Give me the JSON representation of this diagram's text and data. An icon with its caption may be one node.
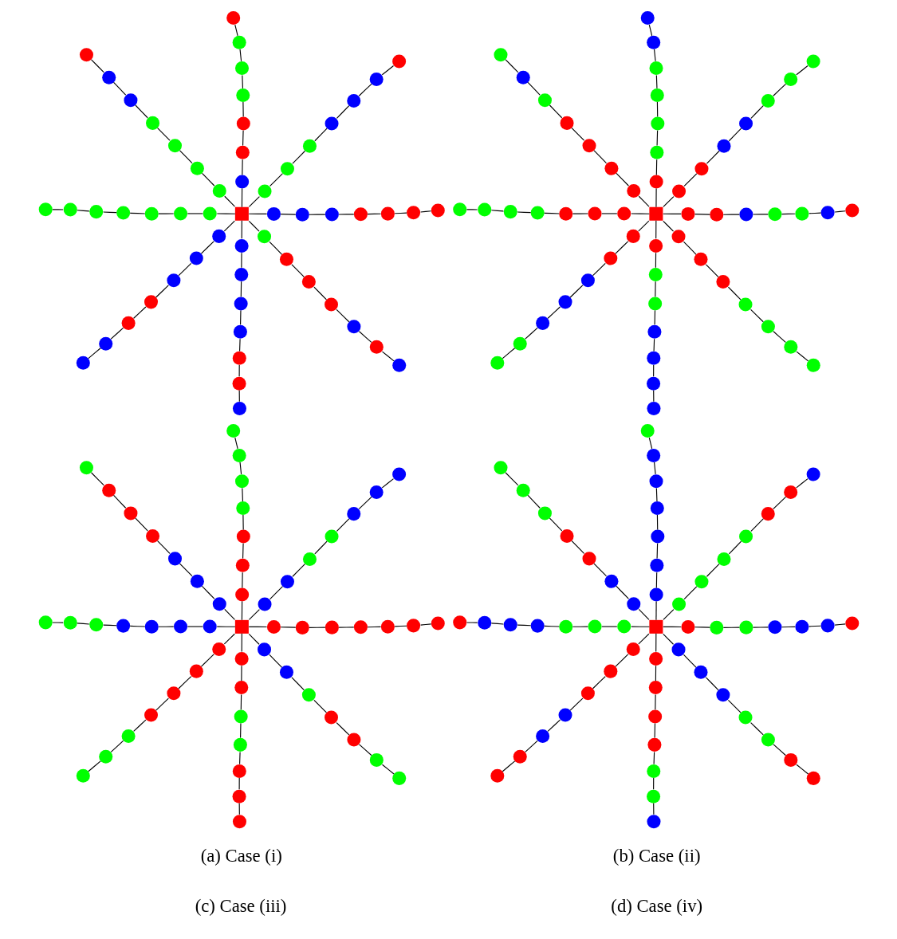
{
  "diagram": {
    "nodes": [
      {
        "text": [],
        "shape": "box"
      },
      {
        "text": [],
        "shape": "circle"
      },
      {
        "text": [],
        "shape": "circle"
      },
      {
        "text": [],
        "shape": "circle"
      },
      {
        "text": [],
        "shape": "circle"
      },
      {
        "text": [],
        "shape": "circle"
      },
      {
        "text": [],
        "shape": "circle"
      },
      {
        "text": [],
        "shape": "circle"
      },
      {
        "text": [],
        "shape": "circle"
      },
      {
        "text": [],
        "shape": "circle"
      },
      {
        "text": [],
        "shape": "circle"
      },
      {
        "text": [],
        "shape": "circle"
      },
      {
        "text": [],
        "shape": "circle"
      },
      {
        "text": [],
        "shape": "circle"
      },
      {
        "text": [],
        "shape": "circle"
      },
      {
        "text": [],
        "shape": "circle"
      },
      {
        "text": [],
        "shape": "circle"
      },
      {
        "text": [],
        "shape": "circle"
      },
      {
        "text": [],
        "shape": "circle"
      },
      {
        "text": [],
        "shape": "circle"
      },
      {
        "text": [],
        "shape": "circle"
      },
      {
        "text": [],
        "shape": "circle"
      },
      {
        "text": [],
        "shape": "circle"
      },
      {
        "text": [],
        "shape": "circle"
      },
      {
        "text": [],
        "shape": "circle"
      },
      {
        "text": [],
        "shape": "circle"
      },
      {
        "text": [],
        "shape": "circle"
      },
      {
        "text": [],
        "shape": "circle"
      },
      {
        "text": [],
        "shape": "circle"
      },
      {
        "text": [],
        "shape": "circle"
      },
      {
        "text": [],
        "shape": "circle"
      },
      {
        "text": [],
        "shape": "circle"
      },
      {
        "text": [],
        "shape": "circle"
      },
      {
        "text": [],
        "shape": "circle"
      },
      {
        "text": [],
        "shape": "circle"
      },
      {
        "text": [],
        "shape": "circle"
      },
      {
        "text": [],
        "shape": "circle"
      },
      {
        "text": [],
        "shape": "circle"
      },
      {
        "text": [],
        "shape": "circle"
      },
      {
        "text": [],
        "shape": "circle"
      },
      {
        "text": [],
        "shape": "circle"
      },
      {
        "text": [],
        "shape": "circle"
      },
      {
        "text": [],
        "shape": "circle"
      },
      {
        "text": [],
        "shape": "circle"
      },
      {
        "text": [],
        "shape": "circle"
      },
      {
        "text": [],
        "shape": "circle"
      },
      {
        "text": [],
        "shape": "circle"
      },
      {
        "text": [],
        "shape": "circle"
      },
      {
        "text": [],
        "shape": "circle"
      },
      {
        "text": [],
        "shape": "circle"
      },
      {
        "text": [],
        "shape": "circle"
      },
      {
        "text": [],
        "shape": "circle"
      },
      {
        "text": [],
        "shape": "circle"
      },
      {
        "text": [],
        "shape": "circle"
      },
      {
        "text": [],
        "shape": "circle"
      },
      {
        "text": [],
        "shape": "circle"
      },
      {
        "text": [],
        "shape": "circle"
      },
      {
        "text": [],
        "shape": "box"
      },
      {
        "text": [],
        "shape": "circle"
      },
      {
        "text": [],
        "shape": "circle"
      },
      {
        "text": [],
        "shape": "circle"
      },
      {
        "text": [],
        "shape": "circle"
      },
      {
        "text": [],
        "shape": "circle"
      },
      {
        "text": [],
        "shape": "circle"
      },
      {
        "text": [],
        "shape": "circle"
      },
      {
        "text": [],
        "shape": "circle"
      },
      {
        "text": [],
        "shape": "circle"
      },
      {
        "text": [],
        "shape": "circle"
      },
      {
        "text": [],
        "shape": "circle"
      },
      {
        "text": [],
        "shape": "circle"
      },
      {
        "text": [],
        "shape": "circle"
      },
      {
        "text": [],
        "shape": "circle"
      },
      {
        "text": [],
        "shape": "circle"
      },
      {
        "text": [],
        "shape": "circle"
      },
      {
        "text": [],
        "shape": "circle"
      },
      {
        "text": [],
        "shape": "circle"
      },
      {
        "text": [],
        "shape": "circle"
      },
      {
        "text": [],
        "shape": "circle"
      },
      {
        "text": [],
        "shape": "circle"
      },
      {
        "text": [],
        "shape": "circle"
      },
      {
        "text": [],
        "shape": "circle"
      },
      {
        "text": [],
        "shape": "circle"
      },
      {
        "text": [],
        "shape": "circle"
      },
      {
        "text": [],
        "shape": "circle"
      },
      {
        "text": [],
        "shape": "circle"
      },
      {
        "text": [],
        "shape": "circle"
      },
      {
        "text": [],
        "shape": "circle"
      },
      {
        "text": [],
        "shape": "circle"
      },
      {
        "text": [],
        "shape": "circle"
      },
      {
        "text": [],
        "shape": "circle"
      },
      {
        "text": [],
        "shape": "circle"
      },
      {
        "text": [],
        "shape": "circle"
      },
      {
        "text": [],
        "shape": "circle"
      },
      {
        "text": [],
        "shape": "circle"
      },
      {
        "text": [],
        "shape": "circle"
      },
      {
        "text": [],
        "shape": "circle"
      },
      {
        "text": [],
        "shape": "circle"
      },
      {
        "text": [],
        "shape": "circle"
      },
      {
        "text": [],
        "shape": "circle"
      },
      {
        "text": [],
        "shape": "circle"
      },
      {
        "text": [],
        "shape": "circle"
      },
      {
        "text": [],
        "shape": "circle"
      },
      {
        "text": [],
        "shape": "circle"
      },
      {
        "text": [],
        "shape": "circle"
      },
      {
        "text": [],
        "shape": "circle"
      },
      {
        "text": [],
        "shape": "circle"
      },
      {
        "text": [],
        "shape": "circle"
      },
      {
        "text": [],
        "shape": "circle"
      },
      {
        "text": [],
        "shape": "circle"
      },
      {
        "text": [],
        "shape": "circle"
      },
      {
        "text": [],
        "shape": "circle"
      },
      {
        "text": [],
        "shape": "circle"
      },
      {
        "text": [],
        "shape": "circle"
      },
      {
        "text": [],
        "shape": "circle"
      },
      {
        "text": [],
        "shape": "box"
      },
      {
        "text": [],
        "shape": "circle"
      },
      {
        "text": [],
        "shape": "circle"
      },
      {
        "text": [],
        "shape": "circle"
      },
      {
        "text": [],
        "shape": "circle"
      },
      {
        "text": [],
        "shape": "circle"
      },
      {
        "text": [],
        "shape": "circle"
      },
      {
        "text": [],
        "shape": "circle"
      },
      {
        "text": [],
        "shape": "circle"
      },
      {
        "text": [],
        "shape": "circle"
      },
      {
        "text": [],
        "shape": "circle"
      },
      {
        "text": [],
        "shape": "circle"
      },
      {
        "text": [],
        "shape": "circle"
      },
      {
        "text": [],
        "shape": "circle"
      },
      {
        "text": [],
        "shape": "circle"
      },
      {
        "text": [],
        "shape": "circle"
      },
      {
        "text": [],
        "shape": "circle"
      },
      {
        "text": [],
        "shape": "circle"
      },
      {
        "text": [],
        "shape": "circle"
      },
      {
        "text": [],
        "shape": "circle"
      },
      {
        "text": [],
        "shape": "circle"
      },
      {
        "text": [],
        "shape": "circle"
      },
      {
        "text": [],
        "shape": "circle"
      },
      {
        "text": [],
        "shape": "circle"
      },
      {
        "text": [],
        "shape": "circle"
      },
      {
        "text": [],
        "shape": "circle"
      },
      {
        "text": [],
        "shape": "circle"
      },
      {
        "text": [],
        "shape": "circle"
      },
      {
        "text": [],
        "shape": "circle"
      },
      {
        "text": [],
        "shape": "circle"
      },
      {
        "text": [],
        "shape": "circle"
      },
      {
        "text": [],
        "shape": "circle"
      },
      {
        "text": [],
        "shape": "circle"
      },
      {
        "text": [],
        "shape": "circle"
      },
      {
        "text": [],
        "shape": "circle"
      },
      {
        "text": [],
        "shape": "circle"
      },
      {
        "text": [],
        "shape": "circle"
      },
      {
        "text": [],
        "shape": "circle"
      },
      {
        "text": [],
        "shape": "circle"
      },
      {
        "text": [],
        "shape": "circle"
      },
      {
        "text": [],
        "shape": "circle"
      },
      {
        "text": [],
        "shape": "circle"
      },
      {
        "text": [],
        "shape": "circle"
      },
      {
        "text": [],
        "shape": "circle"
      },
      {
        "text": [],
        "shape": "circle"
      },
      {
        "text": [],
        "shape": "circle"
      },
      {
        "text": [],
        "shape": "circle"
      },
      {
        "text": [],
        "shape": "circle"
      },
      {
        "text": [],
        "shape": "circle"
      },
      {
        "text": [],
        "shape": "circle"
      },
      {
        "text": [],
        "shape": "circle"
      },
      {
        "text": [],
        "shape": "circle"
      },
      {
        "text": [],
        "shape": "circle"
      },
      {
        "text": [],
        "shape": "circle"
      },
      {
        "text": [],
        "shape": "circle"
      },
      {
        "text": [],
        "shape": "circle"
      },
      {
        "text": [],
        "shape": "circle"
      },
      {
        "text": [],
        "shape": "box"
      },
      {
        "text": [],
        "shape": "circle"
      },
      {
        "text": [],
        "shape": "circle"
      },
      {
        "text": [],
        "shape": "circle"
      },
      {
        "text": [],
        "shape": "circle"
      },
      {
        "text": [],
        "shape": "circle"
      },
      {
        "text": [],
        "shape": "circle"
      },
      {
        "text": [],
        "shape": "circle"
      },
      {
        "text": [],
        "shape": "circle"
      },
      {
        "text": [],
        "shape": "circle"
      },
      {
        "text": [],
        "shape": "circle"
      },
      {
        "text": [],
        "shape": "circle"
      },
      {
        "text": [],
        "shape": "circle"
      },
      {
        "text": [],
        "shape": "circle"
      },
      {
        "text": [],
        "shape": "circle"
      },
      {
        "text": [],
        "shape": "circle"
      },
      {
        "text": [],
        "shape": "circle"
      },
      {
        "text": [],
        "shape": "circle"
      },
      {
        "text": [],
        "shape": "circle"
      },
      {
        "text": [],
        "shape": "circle"
      },
      {
        "text": [],
        "shape": "circle"
      },
      {
        "text": [],
        "shape": "circle"
      },
      {
        "text": [],
        "shape": "circle"
      },
      {
        "text": [],
        "shape": "circle"
      },
      {
        "text": [],
        "shape": "circle"
      },
      {
        "text": [],
        "shape": "circle"
      },
      {
        "text": [],
        "shape": "circle"
      },
      {
        "text": [],
        "shape": "circle"
      },
      {
        "text": [],
        "shape": "circle"
      },
      {
        "text": [],
        "shape": "circle"
      },
      {
        "text": [],
        "shape": "circle"
      },
      {
        "text": [],
        "shape": "circle"
      },
      {
        "text": [],
        "shape": "circle"
      },
      {
        "text": [],
        "shape": "circle"
      },
      {
        "text": [],
        "shape": "circle"
      },
      {
        "text": [],
        "shape": "circle"
      },
      {
        "text": [],
        "shape": "circle"
      },
      {
        "text": [],
        "shape": "circle"
      },
      {
        "text": [],
        "shape": "circle"
      },
      {
        "text": [],
        "shape": "circle"
      },
      {
        "text": [],
        "shape": "circle"
      },
      {
        "text": [],
        "shape": "circle"
      },
      {
        "text": [],
        "shape": "circle"
      },
      {
        "text": [],
        "shape": "circle"
      },
      {
        "text": [],
        "shape": "circle"
      },
      {
        "text": [],
        "shape": "circle"
      },
      {
        "text": [],
        "shape": "circle"
      },
      {
        "text": [],
        "shape": "circle"
      },
      {
        "text": [],
        "shape": "circle"
      },
      {
        "text": [],
        "shape": "circle"
      },
      {
        "text": [],
        "shape": "circle"
      },
      {
        "text": [],
        "shape": "circle"
      },
      {
        "text": [],
        "shape": "circle"
      },
      {
        "text": [],
        "shape": "circle"
      },
      {
        "text": [],
        "shape": "circle"
      },
      {
        "text": [],
        "shape": "circle"
      },
      {
        "text": [],
        "shape": "circle"
      }
    ],
    "edges": [
      {
        "from": 0,
        "to": 1,
        "arrow": "none"
      },
      {
        "from": 1,
        "to": 2,
        "arrow": "none"
      },
      {
        "from": 2,
        "to": 3,
        "arrow": "none"
      },
      {
        "from": 3,
        "to": 4,
        "arrow": "none"
      },
      {
        "from": 4,
        "to": 5,
        "arrow": "none"
      },
      {
        "from": 5,
        "to": 6,
        "arrow": "none"
      },
      {
        "from": 6,
        "to": 7,
        "arrow": "none"
      },
      {
        "from": 0,
        "to": 8,
        "arrow": "none"
      },
      {
        "from": 8,
        "to": 9,
        "arrow": "none"
      },
      {
        "from": 9,
        "to": 10,
        "arrow": "none"
      },
      {
        "from": 10,
        "to": 11,
        "arrow": "none"
      },
      {
        "from": 11,
        "to": 12,
        "arrow": "none"
      },
      {
        "from": 12,
        "to": 13,
        "arrow": "none"
      },
      {
        "from": 13,
        "to": 14,
        "arrow": "none"
      },
      {
        "from": 0,
        "to": 15,
        "arrow": "none"
      },
      {
        "from": 15,
        "to": 16,
        "arrow": "none"
      },
      {
        "from": 16,
        "to": 17,
        "arrow": "none"
      },
      {
        "from": 17,
        "to": 18,
        "arrow": "none"
      },
      {
        "from": 18,
        "to": 19,
        "arrow": "none"
      },
      {
        "from": 19,
        "to": 20,
        "arrow": "none"
      },
      {
        "from": 20,
        "to": 21,
        "arrow": "none"
      },
      {
        "from": 0,
        "to": 22,
        "arrow": "none"
      },
      {
        "from": 22,
        "to": 23,
        "arrow": "none"
      },
      {
        "from": 23,
        "to": 24,
        "arrow": "none"
      },
      {
        "from": 24,
        "to": 25,
        "arrow": "none"
      },
      {
        "from": 25,
        "to": 26,
        "arrow": "none"
      },
      {
        "from": 26,
        "to": 27,
        "arrow": "none"
      },
      {
        "from": 27,
        "to": 28,
        "arrow": "none"
      },
      {
        "from": 0,
        "to": 29,
        "arrow": "none"
      },
      {
        "from": 29,
        "to": 30,
        "arrow": "none"
      },
      {
        "from": 30,
        "to": 31,
        "arrow": "none"
      },
      {
        "from": 31,
        "to": 32,
        "arrow": "none"
      },
      {
        "from": 32,
        "to": 33,
        "arrow": "none"
      },
      {
        "from": 33,
        "to": 34,
        "arrow": "none"
      },
      {
        "from": 34,
        "to": 35,
        "arrow": "none"
      },
      {
        "from": 0,
        "to": 36,
        "arrow": "none"
      },
      {
        "from": 36,
        "to": 37,
        "arrow": "none"
      },
      {
        "from": 37,
        "to": 38,
        "arrow": "none"
      },
      {
        "from": 38,
        "to": 39,
        "arrow": "none"
      },
      {
        "from": 39,
        "to": 40,
        "arrow": "none"
      },
      {
        "from": 40,
        "to": 41,
        "arrow": "none"
      },
      {
        "from": 41,
        "to": 42,
        "arrow": "none"
      },
      {
        "from": 0,
        "to": 43,
        "arrow": "none"
      },
      {
        "from": 43,
        "to": 44,
        "arrow": "none"
      },
      {
        "from": 44,
        "to": 45,
        "arrow": "none"
      },
      {
        "from": 45,
        "to": 46,
        "arrow": "none"
      },
      {
        "from": 46,
        "to": 47,
        "arrow": "none"
      },
      {
        "from": 47,
        "to": 48,
        "arrow": "none"
      },
      {
        "from": 48,
        "to": 49,
        "arrow": "none"
      },
      {
        "from": 0,
        "to": 50,
        "arrow": "none"
      },
      {
        "from": 50,
        "to": 51,
        "arrow": "none"
      },
      {
        "from": 51,
        "to": 52,
        "arrow": "none"
      },
      {
        "from": 52,
        "to": 53,
        "arrow": "none"
      },
      {
        "from": 53,
        "to": 54,
        "arrow": "none"
      },
      {
        "from": 54,
        "to": 55,
        "arrow": "none"
      },
      {
        "from": 55,
        "to": 56,
        "arrow": "none"
      },
      {
        "from": 57,
        "to": 58,
        "arrow": "none"
      },
      {
        "from": 58,
        "to": 59,
        "arrow": "none"
      },
      {
        "from": 59,
        "to": 60,
        "arrow": "none"
      },
      {
        "from": 60,
        "to": 61,
        "arrow": "none"
      },
      {
        "from": 61,
        "to": 62,
        "arrow": "none"
      },
      {
        "from": 62,
        "to": 63,
        "arrow": "none"
      },
      {
        "from": 63,
        "to": 64,
        "arrow": "none"
      },
      {
        "from": 57,
        "to": 65,
        "arrow": "none"
      },
      {
        "from": 65,
        "to": 66,
        "arrow": "none"
      },
      {
        "from": 66,
        "to": 67,
        "arrow": "none"
      },
      {
        "from": 67,
        "to": 68,
        "arrow": "none"
      },
      {
        "from": 68,
        "to": 69,
        "arrow": "none"
      },
      {
        "from": 69,
        "to": 70,
        "arrow": "none"
      },
      {
        "from": 70,
        "to": 71,
        "arrow": "none"
      },
      {
        "from": 57,
        "to": 72,
        "arrow": "none"
      },
      {
        "from": 72,
        "to": 73,
        "arrow": "none"
      },
      {
        "from": 73,
        "to": 74,
        "arrow": "none"
      },
      {
        "from": 74,
        "to": 75,
        "arrow": "none"
      },
      {
        "from": 75,
        "to": 76,
        "arrow": "none"
      },
      {
        "from": 76,
        "to": 77,
        "arrow": "none"
      },
      {
        "from": 77,
        "to": 78,
        "arrow": "none"
      },
      {
        "from": 57,
        "to": 79,
        "arrow": "none"
      },
      {
        "from": 79,
        "to": 80,
        "arrow": "none"
      },
      {
        "from": 80,
        "to": 81,
        "arrow": "none"
      },
      {
        "from": 81,
        "to": 82,
        "arrow": "none"
      },
      {
        "from": 82,
        "to": 83,
        "arrow": "none"
      },
      {
        "from": 83,
        "to": 84,
        "arrow": "none"
      },
      {
        "from": 84,
        "to": 85,
        "arrow": "none"
      },
      {
        "from": 57,
        "to": 86,
        "arrow": "none"
      },
      {
        "from": 86,
        "to": 87,
        "arrow": "none"
      },
      {
        "from": 87,
        "to": 88,
        "arrow": "none"
      },
      {
        "from": 88,
        "to": 89,
        "arrow": "none"
      },
      {
        "from": 89,
        "to": 90,
        "arrow": "none"
      },
      {
        "from": 90,
        "to": 91,
        "arrow": "none"
      },
      {
        "from": 91,
        "to": 92,
        "arrow": "none"
      },
      {
        "from": 57,
        "to": 93,
        "arrow": "none"
      },
      {
        "from": 93,
        "to": 94,
        "arrow": "none"
      },
      {
        "from": 94,
        "to": 95,
        "arrow": "none"
      },
      {
        "from": 95,
        "to": 96,
        "arrow": "none"
      },
      {
        "from": 96,
        "to": 97,
        "arrow": "none"
      },
      {
        "from": 97,
        "to": 98,
        "arrow": "none"
      },
      {
        "from": 98,
        "to": 99,
        "arrow": "none"
      },
      {
        "from": 57,
        "to": 100,
        "arrow": "none"
      },
      {
        "from": 100,
        "to": 101,
        "arrow": "none"
      },
      {
        "from": 101,
        "to": 102,
        "arrow": "none"
      },
      {
        "from": 102,
        "to": 103,
        "arrow": "none"
      },
      {
        "from": 103,
        "to": 104,
        "arrow": "none"
      },
      {
        "from": 104,
        "to": 105,
        "arrow": "none"
      },
      {
        "from": 105,
        "to": 106,
        "arrow": "none"
      },
      {
        "from": 57,
        "to": 107,
        "arrow": "none"
      },
      {
        "from": 107,
        "to": 108,
        "arrow": "none"
      },
      {
        "from": 108,
        "to": 109,
        "arrow": "none"
      },
      {
        "from": 109,
        "to": 110,
        "arrow": "none"
      },
      {
        "from": 110,
        "to": 111,
        "arrow": "none"
      },
      {
        "from": 111,
        "to": 112,
        "arrow": "none"
      },
      {
        "from": 112,
        "to": 113,
        "arrow": "none"
      },
      {
        "from": 114,
        "to": 115,
        "arrow": "none"
      },
      {
        "from": 115,
        "to": 116,
        "arrow": "none"
      },
      {
        "from": 116,
        "to": 117,
        "arrow": "none"
      },
      {
        "from": 117,
        "to": 118,
        "arrow": "none"
      },
      {
        "from": 118,
        "to": 119,
        "arrow": "none"
      },
      {
        "from": 119,
        "to": 120,
        "arrow": "none"
      },
      {
        "from": 120,
        "to": 121,
        "arrow": "none"
      },
      {
        "from": 114,
        "to": 122,
        "arrow": "none"
      },
      {
        "from": 122,
        "to": 123,
        "arrow": "none"
      },
      {
        "from": 123,
        "to": 124,
        "arrow": "none"
      },
      {
        "from": 124,
        "to": 125,
        "arrow": "none"
      },
      {
        "from": 125,
        "to": 126,
        "arrow": "none"
      },
      {
        "from": 126,
        "to": 127,
        "arrow": "none"
      },
      {
        "from": 127,
        "to": 128,
        "arrow": "none"
      },
      {
        "from": 114,
        "to": 129,
        "arrow": "none"
      },
      {
        "from": 129,
        "to": 130,
        "arrow": "none"
      },
      {
        "from": 130,
        "to": 131,
        "arrow": "none"
      },
      {
        "from": 131,
        "to": 132,
        "arrow": "none"
      },
      {
        "from": 132,
        "to": 133,
        "arrow": "none"
      },
      {
        "from": 133,
        "to": 134,
        "arrow": "none"
      },
      {
        "from": 134,
        "to": 135,
        "arrow": "none"
      },
      {
        "from": 114,
        "to": 136,
        "arrow": "none"
      },
      {
        "from": 136,
        "to": 137,
        "arrow": "none"
      },
      {
        "from": 137,
        "to": 138,
        "arrow": "none"
      },
      {
        "from": 138,
        "to": 139,
        "arrow": "none"
      },
      {
        "from": 139,
        "to": 140,
        "arrow": "none"
      },
      {
        "from": 140,
        "to": 141,
        "arrow": "none"
      },
      {
        "from": 141,
        "to": 142,
        "arrow": "none"
      },
      {
        "from": 114,
        "to": 143,
        "arrow": "none"
      },
      {
        "from": 143,
        "to": 144,
        "arrow": "none"
      },
      {
        "from": 144,
        "to": 145,
        "arrow": "none"
      },
      {
        "from": 145,
        "to": 146,
        "arrow": "none"
      },
      {
        "from": 146,
        "to": 147,
        "arrow": "none"
      },
      {
        "from": 147,
        "to": 148,
        "arrow": "none"
      },
      {
        "from": 148,
        "to": 149,
        "arrow": "none"
      },
      {
        "from": 114,
        "to": 150,
        "arrow": "none"
      },
      {
        "from": 150,
        "to": 151,
        "arrow": "none"
      },
      {
        "from": 151,
        "to": 152,
        "arrow": "none"
      },
      {
        "from": 152,
        "to": 153,
        "arrow": "none"
      },
      {
        "from": 153,
        "to": 154,
        "arrow": "none"
      },
      {
        "from": 154,
        "to": 155,
        "arrow": "none"
      },
      {
        "from": 155,
        "to": 156,
        "arrow": "none"
      },
      {
        "from": 114,
        "to": 157,
        "arrow": "none"
      },
      {
        "from": 157,
        "to": 158,
        "arrow": "none"
      },
      {
        "from": 158,
        "to": 159,
        "arrow": "none"
      },
      {
        "from": 159,
        "to": 160,
        "arrow": "none"
      },
      {
        "from": 160,
        "to": 161,
        "arrow": "none"
      },
      {
        "from": 161,
        "to": 162,
        "arrow": "none"
      },
      {
        "from": 162,
        "to": 163,
        "arrow": "none"
      },
      {
        "from": 114,
        "to": 164,
        "arrow": "none"
      },
      {
        "from": 164,
        "to": 165,
        "arrow": "none"
      },
      {
        "from": 165,
        "to": 166,
        "arrow": "none"
      },
      {
        "from": 166,
        "to": 167,
        "arrow": "none"
      },
      {
        "from": 167,
        "to": 168,
        "arrow": "none"
      },
      {
        "from": 168,
        "to": 169,
        "arrow": "none"
      },
      {
        "from": 169,
        "to": 170,
        "arrow": "none"
      },
      {
        "from": 171,
        "to": 172,
        "arrow": "none"
      },
      {
        "from": 172,
        "to": 173,
        "arrow": "none"
      },
      {
        "from": 173,
        "to": 174,
        "arrow": "none"
      },
      {
        "from": 174,
        "to": 175,
        "arrow": "none"
      },
      {
        "from": 175,
        "to": 176,
        "arrow": "none"
      },
      {
        "from": 176,
        "to": 177,
        "arrow": "none"
      },
      {
        "from": 177,
        "to": 178,
        "arrow": "none"
      },
      {
        "from": 171,
        "to": 179,
        "arrow": "none"
      },
      {
        "from": 179,
        "to": 180,
        "arrow": "none"
      },
      {
        "from": 180,
        "to": 181,
        "arrow": "none"
      },
      {
        "from": 181,
        "to": 182,
        "arrow": "none"
      },
      {
        "from": 182,
        "to": 183,
        "arrow": "none"
      },
      {
        "from": 183,
        "to": 184,
        "arrow": "none"
      },
      {
        "from": 184,
        "to": 185,
        "arrow": "none"
      },
      {
        "from": 171,
        "to": 186,
        "arrow": "none"
      },
      {
        "from": 186,
        "to": 187,
        "arrow": "none"
      },
      {
        "from": 187,
        "to": 188,
        "arrow": "none"
      },
      {
        "from": 188,
        "to": 189,
        "arrow": "none"
      },
      {
        "from": 189,
        "to": 190,
        "arrow": "none"
      },
      {
        "from": 190,
        "to": 191,
        "arrow": "none"
      },
      {
        "from": 191,
        "to": 192,
        "arrow": "none"
      },
      {
        "from": 171,
        "to": 193,
        "arrow": "none"
      },
      {
        "from": 193,
        "to": 194,
        "arrow": "none"
      },
      {
        "from": 194,
        "to": 195,
        "arrow": "none"
      },
      {
        "from": 195,
        "to": 196,
        "arrow": "none"
      },
      {
        "from": 196,
        "to": 197,
        "arrow": "none"
      },
      {
        "from": 197,
        "to": 198,
        "arrow": "none"
      },
      {
        "from": 198,
        "to": 199,
        "arrow": "none"
      },
      {
        "from": 171,
        "to": 200,
        "arrow": "none"
      },
      {
        "from": 200,
        "to": 201,
        "arrow": "none"
      },
      {
        "from": 201,
        "to": 202,
        "arrow": "none"
      },
      {
        "from": 202,
        "to": 203,
        "arrow": "none"
      },
      {
        "from": 203,
        "to": 204,
        "arrow": "none"
      },
      {
        "from": 204,
        "to": 205,
        "arrow": "none"
      },
      {
        "from": 205,
        "to": 206,
        "arrow": "none"
      },
      {
        "from": 171,
        "to": 207,
        "arrow": "none"
      },
      {
        "from": 207,
        "to": 208,
        "arrow": "none"
      },
      {
        "from": 208,
        "to": 209,
        "arrow": "none"
      },
      {
        "from": 209,
        "to": 210,
        "arrow": "none"
      },
      {
        "from": 210,
        "to": 211,
        "arrow": "none"
      },
      {
        "from": 211,
        "to": 212,
        "arrow": "none"
      },
      {
        "from": 212,
        "to": 213,
        "arrow": "none"
      },
      {
        "from": 171,
        "to": 214,
        "arrow": "none"
      },
      {
        "from": 214,
        "to": 215,
        "arrow": "none"
      },
      {
        "from": 215,
        "to": 216,
        "arrow": "none"
      },
      {
        "from": 216,
        "to": 217,
        "arrow": "none"
      },
      {
        "from": 217,
        "to": 218,
        "arrow": "none"
      },
      {
        "from": 218,
        "to": 219,
        "arrow": "none"
      },
      {
        "from": 219,
        "to": 220,
        "arrow": "none"
      },
      {
        "from": 171,
        "to": 221,
        "arrow": "none"
      },
      {
        "from": 221,
        "to": 222,
        "arrow": "none"
      },
      {
        "from": 222,
        "to": 223,
        "arrow": "none"
      },
      {
        "from": 223,
        "to": 224,
        "arrow": "none"
      },
      {
        "from": 224,
        "to": 225,
        "arrow": "none"
      },
      {
        "from": 225,
        "to": 226,
        "arrow": "none"
      },
      {
        "from": 226,
        "to": 227,
        "arrow": "none"
      }
    ],
    "labels": [
      "(a) Case (i)",
      "(b) Case (ii)",
      "(c) Case (iii)",
      "(d) Case (iv)"
    ]
  }
}
